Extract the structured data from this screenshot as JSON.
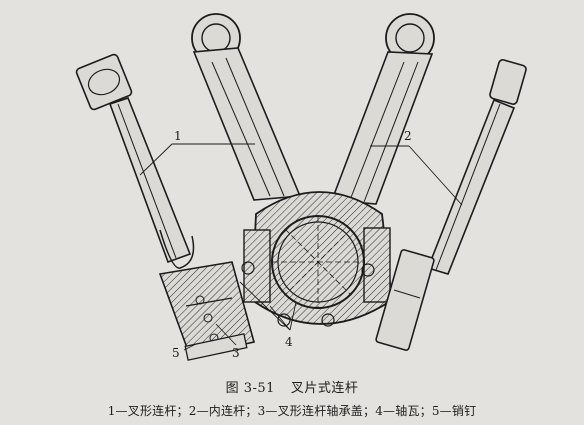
{
  "figure": {
    "number": "图 3-51",
    "title": "叉片式连杆",
    "legend": "1—叉形连杆；2—内连杆；3—叉形连杆轴承盖；4—轴瓦；5—销钉",
    "callouts": [
      "1",
      "2",
      "3",
      "4",
      "5"
    ]
  }
}
